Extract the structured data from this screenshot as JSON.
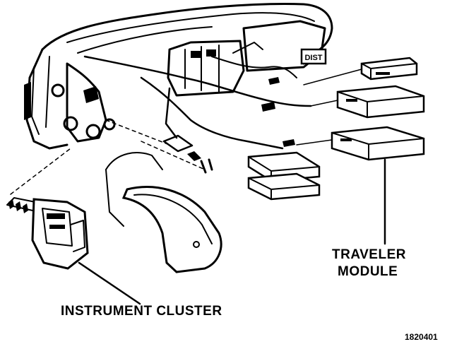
{
  "labels": {
    "traveler_line1": "TRAVELER",
    "traveler_line2": "MODULE",
    "instrument_cluster": "INSTRUMENT CLUSTER",
    "figure_number": "1820401"
  },
  "badge_text": "DIST",
  "colors": {
    "ink": "#000000",
    "background": "#ffffff"
  }
}
